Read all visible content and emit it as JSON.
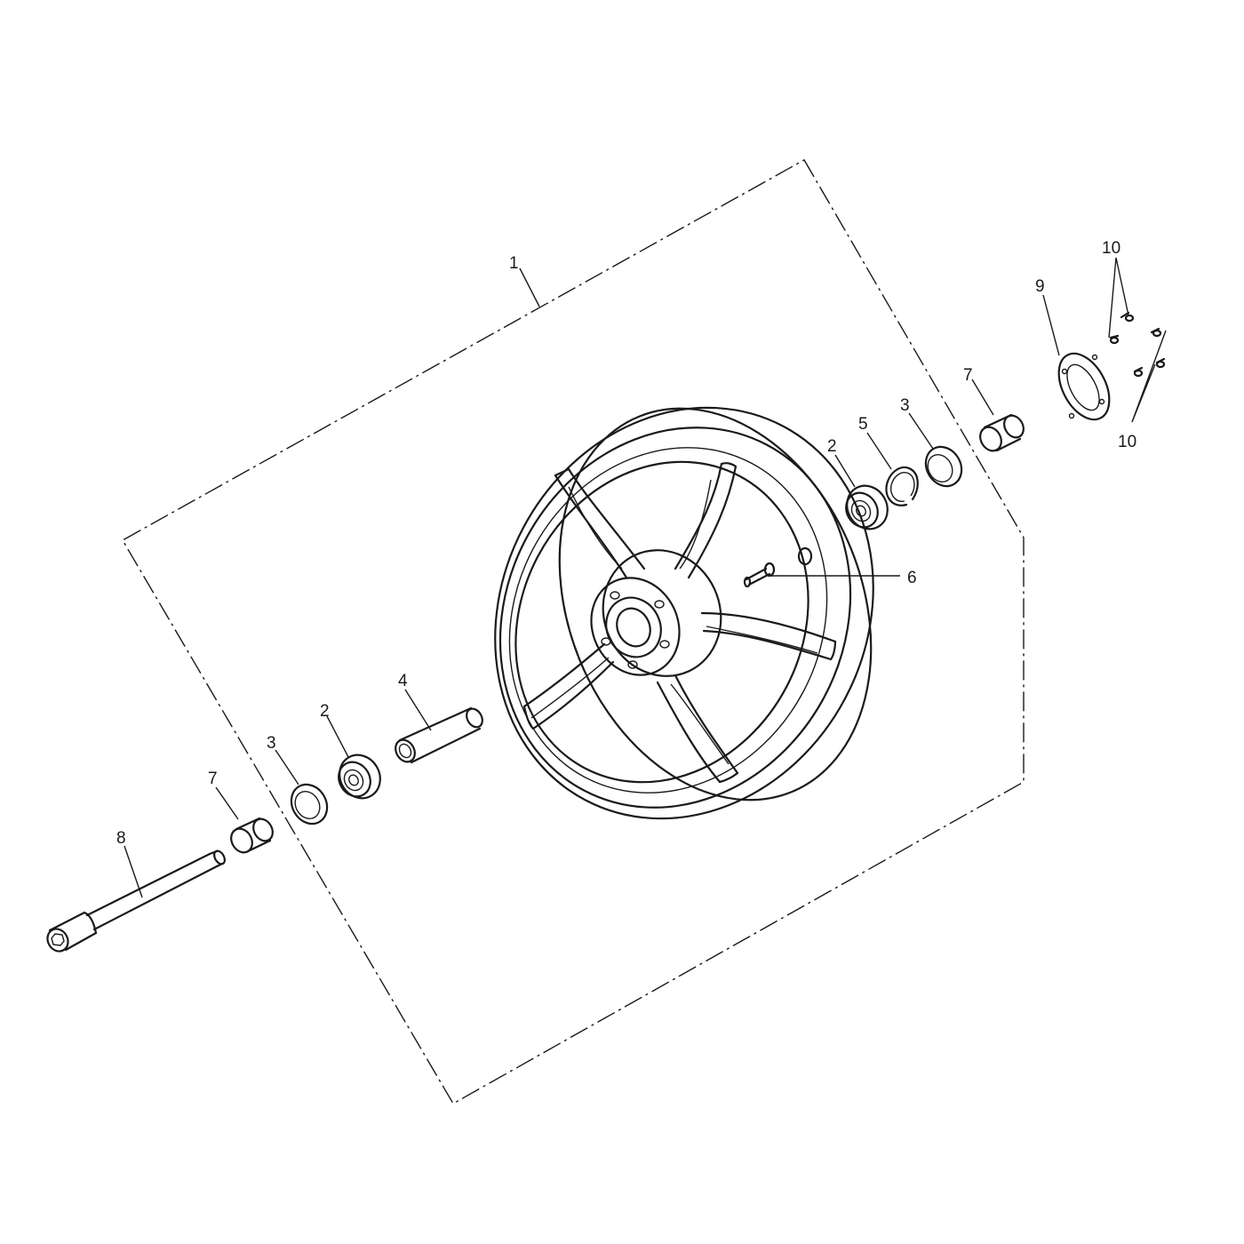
{
  "callouts": {
    "c1": "1",
    "c2a": "2",
    "c2b": "2",
    "c3a": "3",
    "c3b": "3",
    "c4": "4",
    "c5": "5",
    "c6": "6",
    "c7a": "7",
    "c7b": "7",
    "c8": "8",
    "c9": "9",
    "c10a": "10",
    "c10b": "10"
  }
}
